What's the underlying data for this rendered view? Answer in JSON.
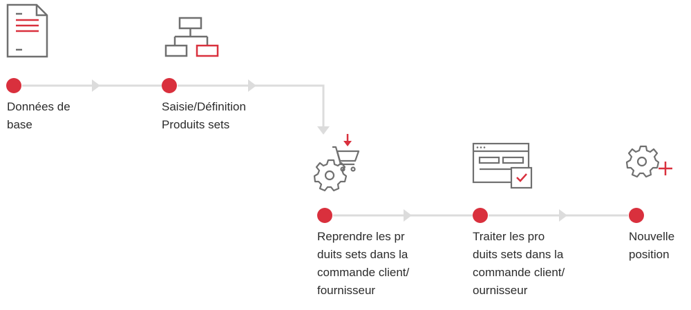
{
  "colors": {
    "accent": "#d9303d",
    "icon_gray": "#6f6f6f",
    "connector": "#dcdcdc",
    "text": "#2b2b2b"
  },
  "steps": [
    {
      "icon": "document-icon",
      "label_lines": [
        "Données de",
        "base"
      ]
    },
    {
      "icon": "hierarchy-icon",
      "label_lines": [
        "Saisie/Définition",
        "Produits sets"
      ]
    },
    {
      "icon": "gear-cart-icon",
      "label_lines": [
        "Reprendre les pr",
        "duits sets dans la",
        "commande client/",
        "fournisseur"
      ]
    },
    {
      "icon": "form-check-icon",
      "label_lines": [
        "Traiter les pro",
        "duits sets dans la",
        "commande client/",
        "ournisseur"
      ]
    },
    {
      "icon": "gear-plus-icon",
      "label_lines": [
        "Nouvelle",
        "position"
      ]
    }
  ]
}
